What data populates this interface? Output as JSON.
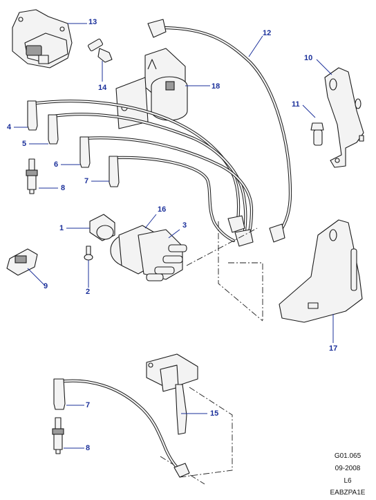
{
  "callouts": {
    "c1": "1",
    "c2": "2",
    "c3": "3",
    "c5": "5",
    "c6": "6",
    "c7a": "7",
    "c7b": "7",
    "c8a": "8",
    "c8b": "8",
    "c9": "9",
    "c10": "10",
    "c11": "11",
    "c12": "12",
    "c13": "13",
    "c14": "14",
    "c15": "15",
    "c16": "16",
    "c17": "17",
    "c18": "18",
    "c4": "4"
  },
  "meta": {
    "ref": "G01.065",
    "date": "09-2008",
    "model": "L6",
    "code": "EABZPA1E"
  },
  "colors": {
    "callout": "#1a2f9a",
    "line": "#1a1a1a"
  }
}
